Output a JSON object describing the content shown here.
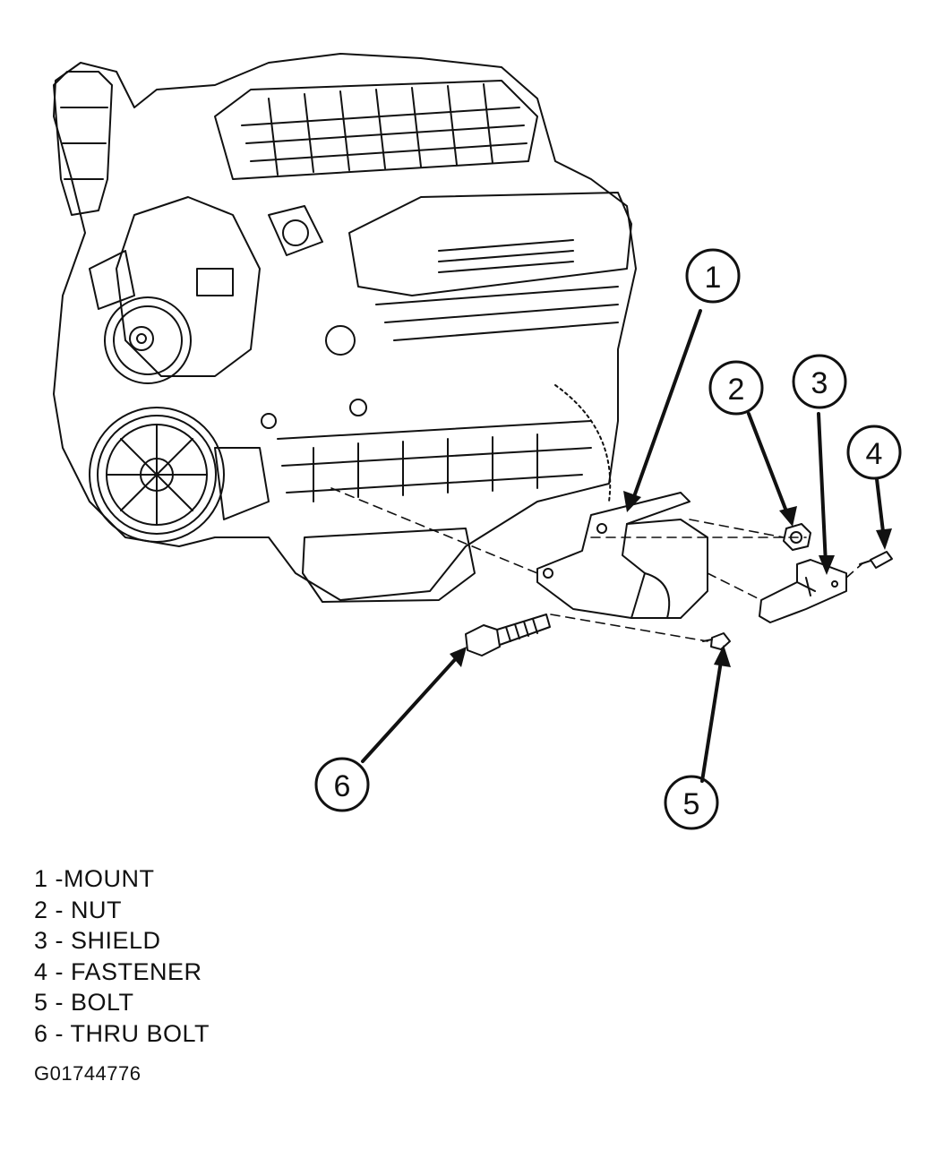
{
  "diagram": {
    "callouts": [
      "1",
      "2",
      "3",
      "4",
      "5",
      "6"
    ]
  },
  "legend": [
    "1 -MOUNT",
    "2 - NUT",
    "3 - SHIELD",
    "4 - FASTENER",
    "5 - BOLT",
    "6 - THRU BOLT"
  ],
  "figure_id": "G01744776"
}
